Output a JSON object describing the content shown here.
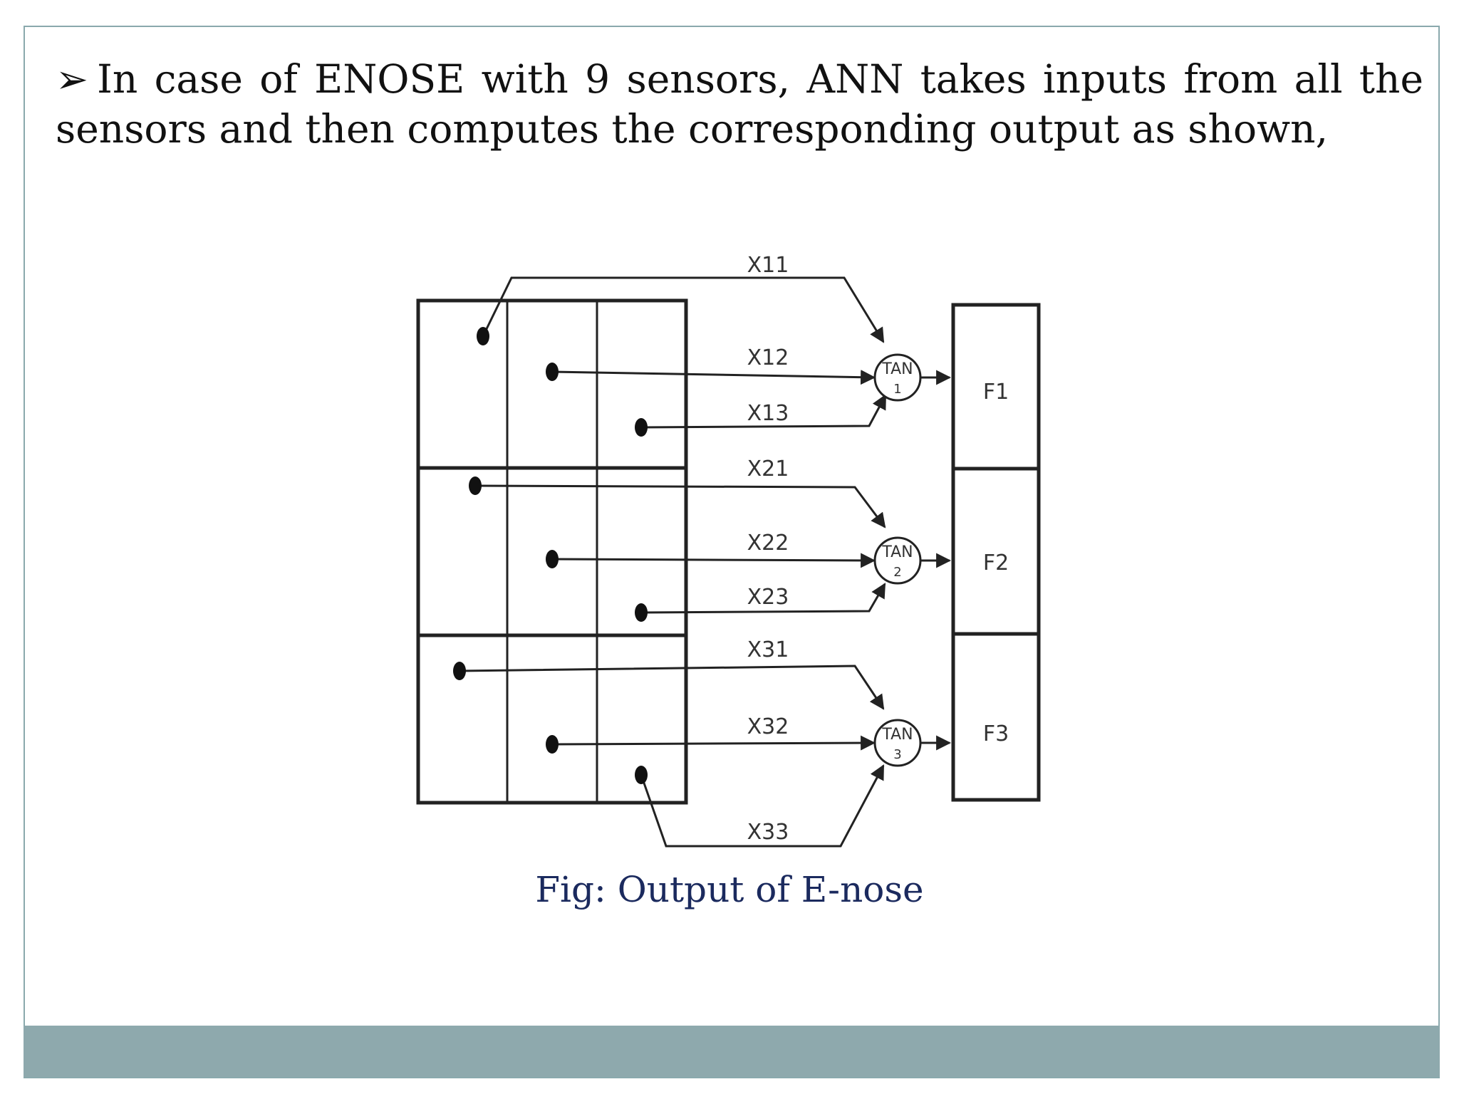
{
  "slide": {
    "bullet": "➢",
    "text": "In case of ENOSE with 9 sensors, ANN takes inputs from all the sensors and then computes the corresponding output as shown,",
    "caption": "Fig: Output of E-nose"
  },
  "diagram": {
    "wires": [
      "X11",
      "X12",
      "X13",
      "X21",
      "X22",
      "X23",
      "X31",
      "X32",
      "X33"
    ],
    "neurons": [
      {
        "label": "TAN",
        "index": "1"
      },
      {
        "label": "TAN",
        "index": "2"
      },
      {
        "label": "TAN",
        "index": "3"
      }
    ],
    "outputs": [
      "F1",
      "F2",
      "F3"
    ]
  },
  "colors": {
    "frame": "#8aa9ad",
    "band": "#8ea9ad",
    "caption": "#1b2a5e",
    "ink": "#222222"
  }
}
